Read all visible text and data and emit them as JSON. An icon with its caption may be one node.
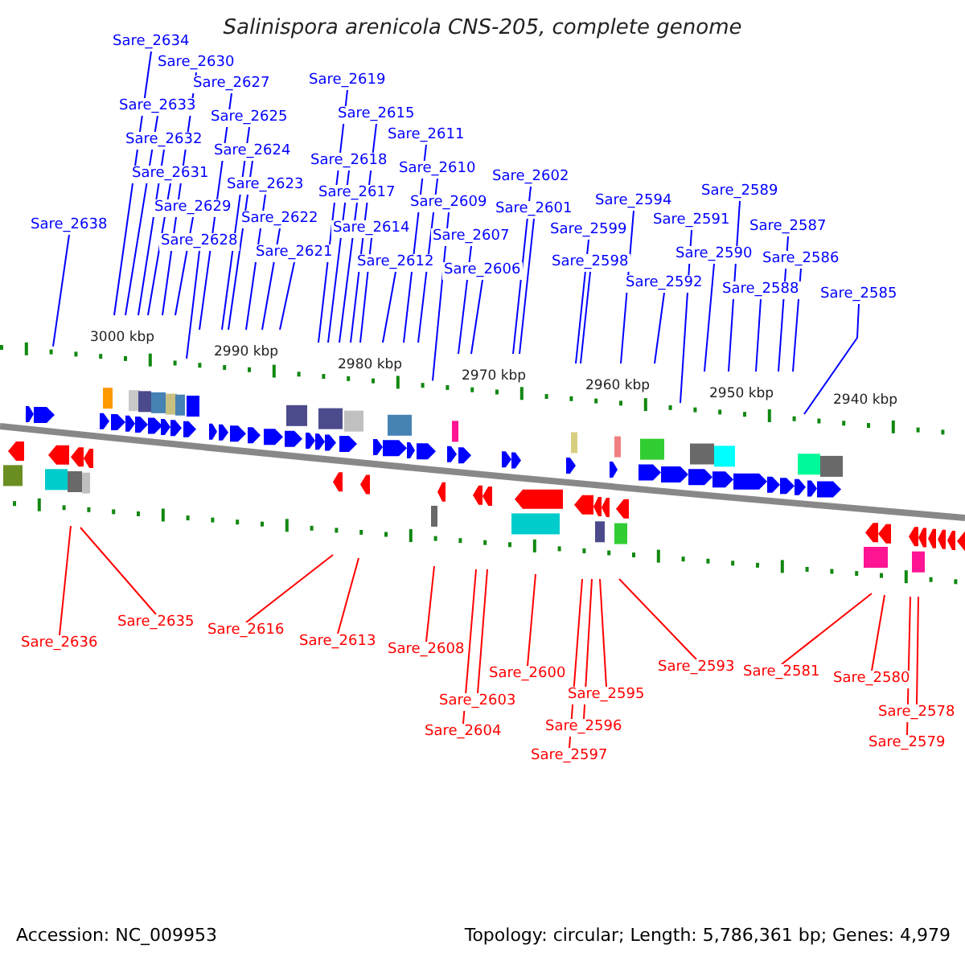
{
  "diagram": {
    "title": "Salinispora arenicola CNS-205, complete genome",
    "nodes": [
      {
        "text": [
          "Sare_2638"
        ]
      },
      {
        "text": [
          "Sare_2634"
        ]
      },
      {
        "text": [
          "Sare_2630"
        ]
      },
      {
        "text": [
          "Sare_2627"
        ]
      },
      {
        "text": [
          "Sare_2633"
        ]
      },
      {
        "text": [
          "Sare_2625"
        ]
      },
      {
        "text": [
          "Sare_2632"
        ]
      },
      {
        "text": [
          "Sare_2624"
        ]
      },
      {
        "text": [
          "Sare_2631"
        ]
      },
      {
        "text": [
          "Sare_2623"
        ]
      },
      {
        "text": [
          "Sare_2629"
        ]
      },
      {
        "text": [
          "Sare_2622"
        ]
      },
      {
        "text": [
          "Sare_2628"
        ]
      },
      {
        "text": [
          "Sare_2621"
        ]
      },
      {
        "text": [
          "Sare_2619"
        ]
      },
      {
        "text": [
          "Sare_2615"
        ]
      },
      {
        "text": [
          "Sare_2618"
        ]
      },
      {
        "text": [
          "Sare_2611"
        ]
      },
      {
        "text": [
          "Sare_2617"
        ]
      },
      {
        "text": [
          "Sare_2610"
        ]
      },
      {
        "text": [
          "Sare_2614"
        ]
      },
      {
        "text": [
          "Sare_2609"
        ]
      },
      {
        "text": [
          "Sare_2612"
        ]
      },
      {
        "text": [
          "Sare_2607"
        ]
      },
      {
        "text": [
          "Sare_2606"
        ]
      },
      {
        "text": [
          "Sare_2602"
        ]
      },
      {
        "text": [
          "Sare_2601"
        ]
      },
      {
        "text": [
          "Sare_2599"
        ]
      },
      {
        "text": [
          "Sare_2598"
        ]
      },
      {
        "text": [
          "Sare_2594"
        ]
      },
      {
        "text": [
          "Sare_2592"
        ]
      },
      {
        "text": [
          "Sare_2591"
        ]
      },
      {
        "text": [
          "Sare_2590"
        ]
      },
      {
        "text": [
          "Sare_2589"
        ]
      },
      {
        "text": [
          "Sare_2588"
        ]
      },
      {
        "text": [
          "Sare_2587"
        ]
      },
      {
        "text": [
          "Sare_2586"
        ]
      },
      {
        "text": [
          "Sare_2585"
        ]
      },
      {
        "text": [
          "Sare_2636"
        ]
      },
      {
        "text": [
          "Sare_2635"
        ]
      },
      {
        "text": [
          "Sare_2616"
        ]
      },
      {
        "text": [
          "Sare_2613"
        ]
      },
      {
        "text": [
          "Sare_2608"
        ]
      },
      {
        "text": [
          "Sare_2603"
        ]
      },
      {
        "text": [
          "Sare_2604"
        ]
      },
      {
        "text": [
          "Sare_2600"
        ]
      },
      {
        "text": [
          "Sare_2595"
        ]
      },
      {
        "text": [
          "Sare_2596"
        ]
      },
      {
        "text": [
          "Sare_2597"
        ]
      },
      {
        "text": [
          "Sare_2593"
        ]
      },
      {
        "text": [
          "Sare_2581"
        ]
      },
      {
        "text": [
          "Sare_2580"
        ]
      },
      {
        "text": [
          "Sare_2578"
        ]
      },
      {
        "text": [
          "Sare_2579"
        ]
      }
    ],
    "edges": [
      {
        "from": 0,
        "to": null,
        "arrow": "none"
      },
      {
        "from": 1,
        "to": null,
        "arrow": "none"
      },
      {
        "from": 2,
        "to": null,
        "arrow": "none"
      },
      {
        "from": 3,
        "to": null,
        "arrow": "none"
      },
      {
        "from": 4,
        "to": null,
        "arrow": "none"
      },
      {
        "from": 5,
        "to": null,
        "arrow": "none"
      },
      {
        "from": 6,
        "to": null,
        "arrow": "none"
      },
      {
        "from": 7,
        "to": null,
        "arrow": "none"
      },
      {
        "from": 8,
        "to": null,
        "arrow": "none"
      },
      {
        "from": 9,
        "to": null,
        "arrow": "none"
      },
      {
        "from": 10,
        "to": null,
        "arrow": "none"
      },
      {
        "from": 11,
        "to": null,
        "arrow": "none"
      },
      {
        "from": 12,
        "to": null,
        "arrow": "none"
      },
      {
        "from": 13,
        "to": null,
        "arrow": "none"
      },
      {
        "from": 14,
        "to": null,
        "arrow": "none"
      },
      {
        "from": 15,
        "to": null,
        "arrow": "none"
      },
      {
        "from": 16,
        "to": null,
        "arrow": "none"
      },
      {
        "from": 17,
        "to": null,
        "arrow": "none"
      },
      {
        "from": 18,
        "to": null,
        "arrow": "none"
      },
      {
        "from": 19,
        "to": null,
        "arrow": "none"
      },
      {
        "from": 20,
        "to": null,
        "arrow": "none"
      },
      {
        "from": 21,
        "to": null,
        "arrow": "none"
      },
      {
        "from": 22,
        "to": null,
        "arrow": "none"
      },
      {
        "from": 23,
        "to": null,
        "arrow": "none"
      },
      {
        "from": 24,
        "to": null,
        "arrow": "none"
      },
      {
        "from": 25,
        "to": null,
        "arrow": "none"
      },
      {
        "from": 26,
        "to": null,
        "arrow": "none"
      },
      {
        "from": 27,
        "to": null,
        "arrow": "none"
      },
      {
        "from": 28,
        "to": null,
        "arrow": "none"
      },
      {
        "from": 29,
        "to": null,
        "arrow": "none"
      },
      {
        "from": 30,
        "to": null,
        "arrow": "none"
      },
      {
        "from": 31,
        "to": null,
        "arrow": "none"
      },
      {
        "from": 32,
        "to": null,
        "arrow": "none"
      },
      {
        "from": 33,
        "to": null,
        "arrow": "none"
      },
      {
        "from": 34,
        "to": null,
        "arrow": "none"
      },
      {
        "from": 35,
        "to": null,
        "arrow": "none"
      },
      {
        "from": 36,
        "to": null,
        "arrow": "none"
      },
      {
        "from": 37,
        "to": null,
        "arrow": "none"
      },
      {
        "from": 38,
        "to": null,
        "arrow": "none",
        "color": "#ff0000"
      },
      {
        "from": 39,
        "to": null,
        "arrow": "none",
        "color": "#ff0000"
      },
      {
        "from": 40,
        "to": null,
        "arrow": "none",
        "color": "#ff0000"
      },
      {
        "from": 41,
        "to": null,
        "arrow": "none",
        "color": "#ff0000"
      },
      {
        "from": 42,
        "to": null,
        "arrow": "none",
        "color": "#ff0000"
      },
      {
        "from": 43,
        "to": null,
        "arrow": "none",
        "color": "#ff0000"
      },
      {
        "from": 44,
        "to": null,
        "arrow": "none",
        "color": "#ff0000"
      },
      {
        "from": 45,
        "to": null,
        "arrow": "none",
        "color": "#ff0000"
      },
      {
        "from": 46,
        "to": null,
        "arrow": "none",
        "color": "#ff0000"
      },
      {
        "from": 47,
        "to": null,
        "arrow": "none",
        "color": "#ff0000"
      },
      {
        "from": 48,
        "to": null,
        "arrow": "none",
        "color": "#ff0000"
      },
      {
        "from": 49,
        "to": null,
        "arrow": "none",
        "color": "#ff0000"
      },
      {
        "from": 50,
        "to": null,
        "arrow": "none",
        "color": "#ff0000"
      },
      {
        "from": 51,
        "to": null,
        "arrow": "none",
        "color": "#ff0000"
      },
      {
        "from": 52,
        "to": null,
        "arrow": "none",
        "color": "#ff0000"
      },
      {
        "from": 53,
        "to": null,
        "arrow": "none",
        "color": "#ff0000"
      }
    ],
    "labels": [
      "3000 kbp",
      "2990 kbp",
      "2980 kbp",
      "2970 kbp",
      "2960 kbp",
      "2950 kbp",
      "2940 kbp",
      "Accession: NC_009953",
      "Topology: circular; Length: 5,786,361 bp; Genes: 4,979"
    ]
  }
}
